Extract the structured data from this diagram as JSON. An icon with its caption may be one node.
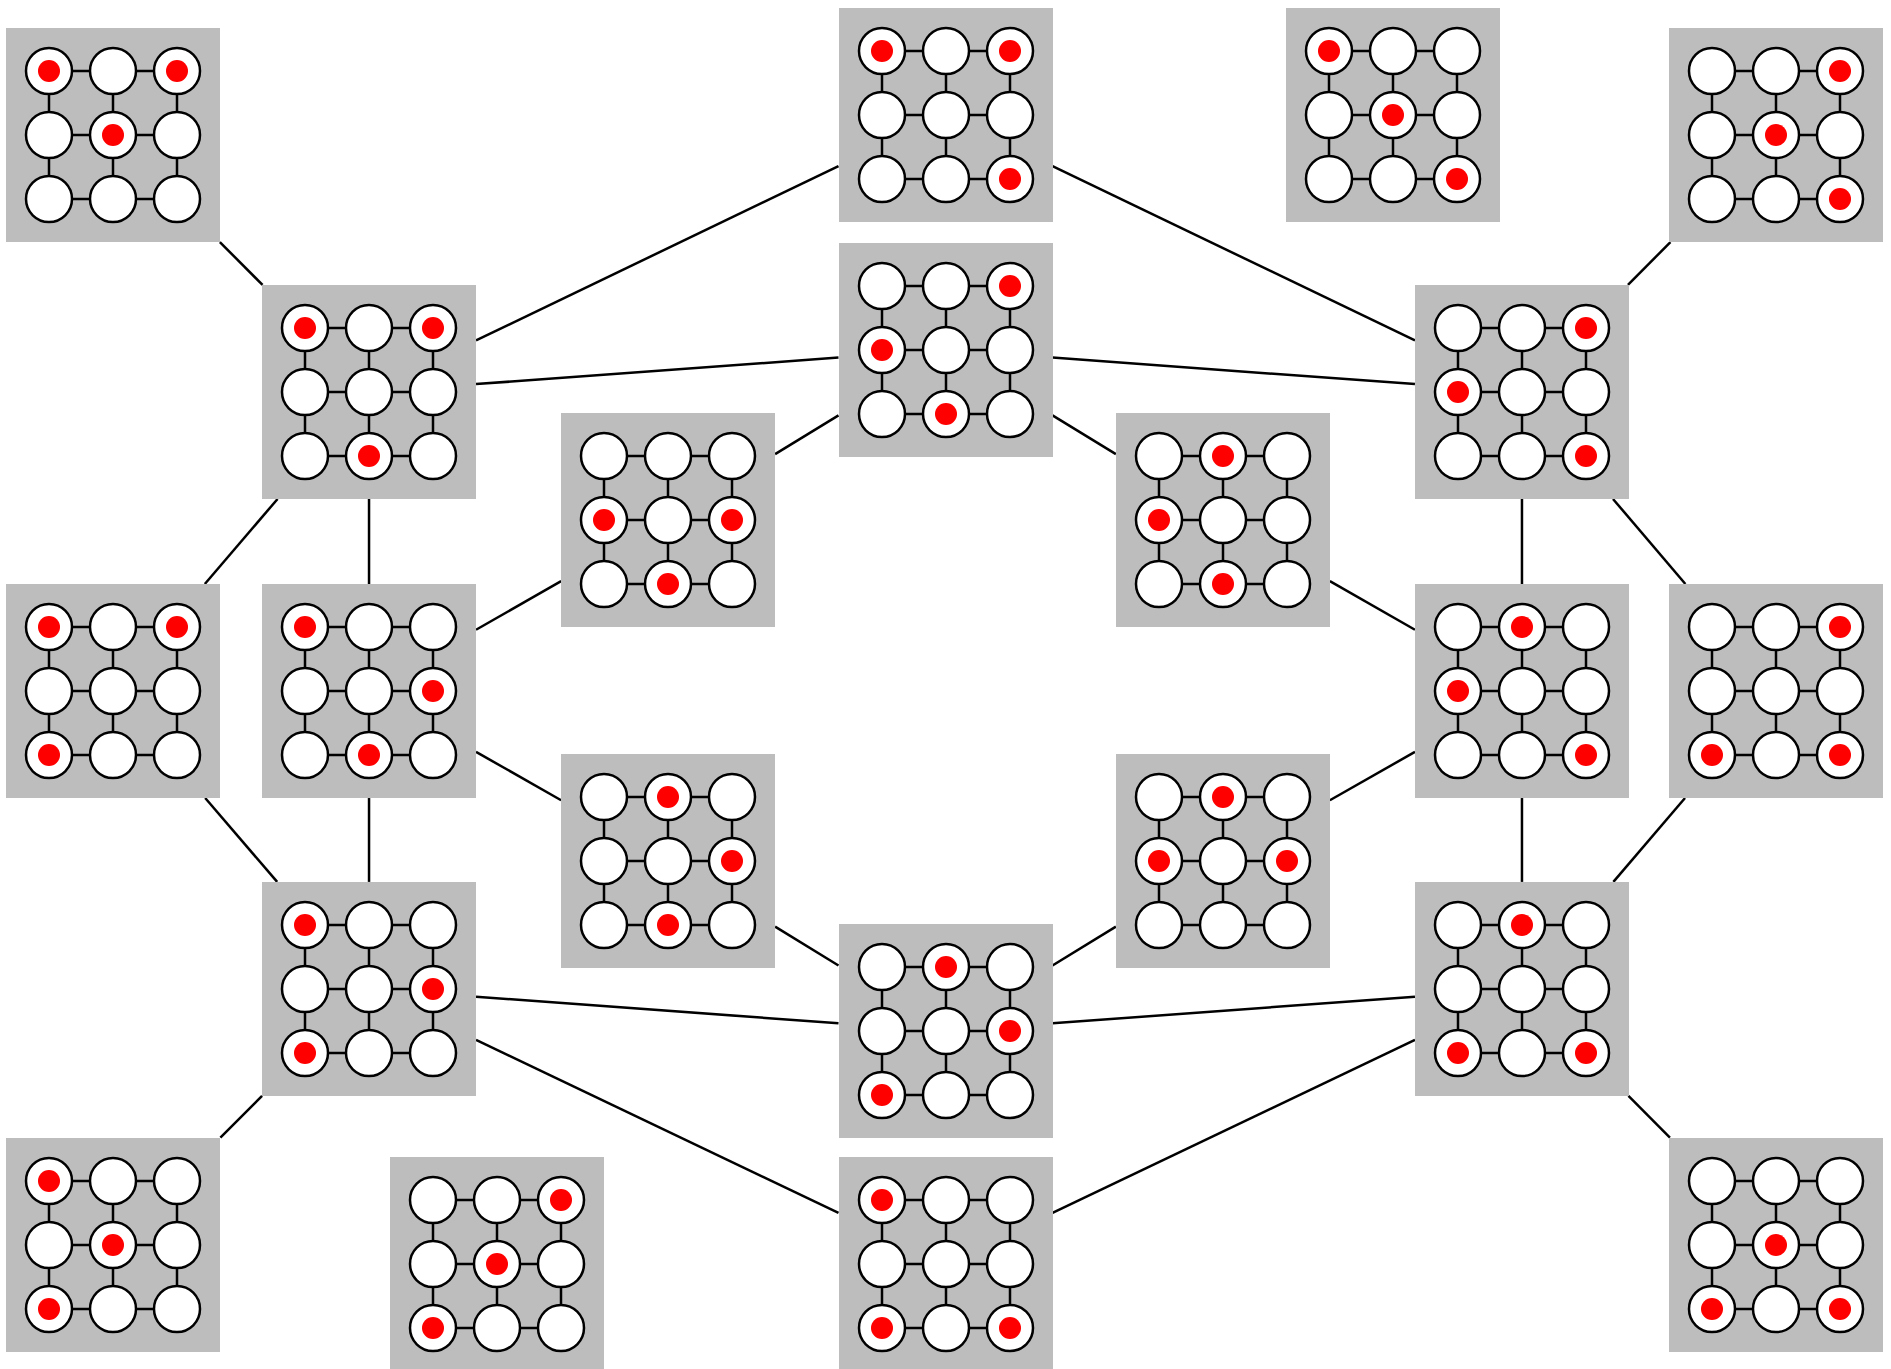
{
  "diagram": {
    "nodes": [
      {
        "text": [],
        "shape": "picture"
      },
      {
        "text": [],
        "shape": "picture"
      },
      {
        "text": [],
        "shape": "picture"
      },
      {
        "text": [],
        "shape": "picture"
      },
      {
        "text": [],
        "shape": "picture"
      },
      {
        "text": [],
        "shape": "picture"
      },
      {
        "text": [],
        "shape": "picture"
      },
      {
        "text": [],
        "shape": "picture"
      },
      {
        "text": [],
        "shape": "picture"
      },
      {
        "text": [],
        "shape": "picture"
      },
      {
        "text": [],
        "shape": "picture"
      },
      {
        "text": [],
        "shape": "picture"
      },
      {
        "text": [],
        "shape": "picture"
      },
      {
        "text": [],
        "shape": "picture"
      },
      {
        "text": [],
        "shape": "picture"
      },
      {
        "text": [],
        "shape": "picture"
      },
      {
        "text": [],
        "shape": "picture"
      },
      {
        "text": [],
        "shape": "picture"
      },
      {
        "text": [],
        "shape": "picture"
      },
      {
        "text": [],
        "shape": "picture"
      },
      {
        "text": [],
        "shape": "picture"
      },
      {
        "text": [],
        "shape": "picture"
      }
    ],
    "edges": [
      {
        "from": 0,
        "to": 4,
        "arrow": "none"
      },
      {
        "from": 1,
        "to": 4,
        "arrow": "none"
      },
      {
        "from": 1,
        "to": 6,
        "arrow": "none"
      },
      {
        "from": 3,
        "to": 6,
        "arrow": "none"
      },
      {
        "from": 4,
        "to": 5,
        "arrow": "none"
      },
      {
        "from": 5,
        "to": 6,
        "arrow": "none"
      },
      {
        "from": 4,
        "to": 9,
        "arrow": "none"
      },
      {
        "from": 4,
        "to": 10,
        "arrow": "none"
      },
      {
        "from": 5,
        "to": 7,
        "arrow": "none"
      },
      {
        "from": 5,
        "to": 8,
        "arrow": "none"
      },
      {
        "from": 6,
        "to": 11,
        "arrow": "none"
      },
      {
        "from": 6,
        "to": 12,
        "arrow": "none"
      },
      {
        "from": 7,
        "to": 10,
        "arrow": "none"
      },
      {
        "from": 8,
        "to": 11,
        "arrow": "none"
      },
      {
        "from": 10,
        "to": 13,
        "arrow": "none"
      },
      {
        "from": 10,
        "to": 15,
        "arrow": "none"
      },
      {
        "from": 9,
        "to": 15,
        "arrow": "none"
      },
      {
        "from": 11,
        "to": 14,
        "arrow": "none"
      },
      {
        "from": 11,
        "to": 17,
        "arrow": "none"
      },
      {
        "from": 12,
        "to": 17,
        "arrow": "none"
      },
      {
        "from": 13,
        "to": 16,
        "arrow": "none"
      },
      {
        "from": 14,
        "to": 16,
        "arrow": "none"
      },
      {
        "from": 15,
        "to": 16,
        "arrow": "none"
      },
      {
        "from": 16,
        "to": 17,
        "arrow": "none"
      },
      {
        "from": 15,
        "to": 18,
        "arrow": "none"
      },
      {
        "from": 15,
        "to": 20,
        "arrow": "none"
      },
      {
        "from": 20,
        "to": 17,
        "arrow": "none"
      },
      {
        "from": 17,
        "to": 21,
        "arrow": "none"
      }
    ]
  }
}
